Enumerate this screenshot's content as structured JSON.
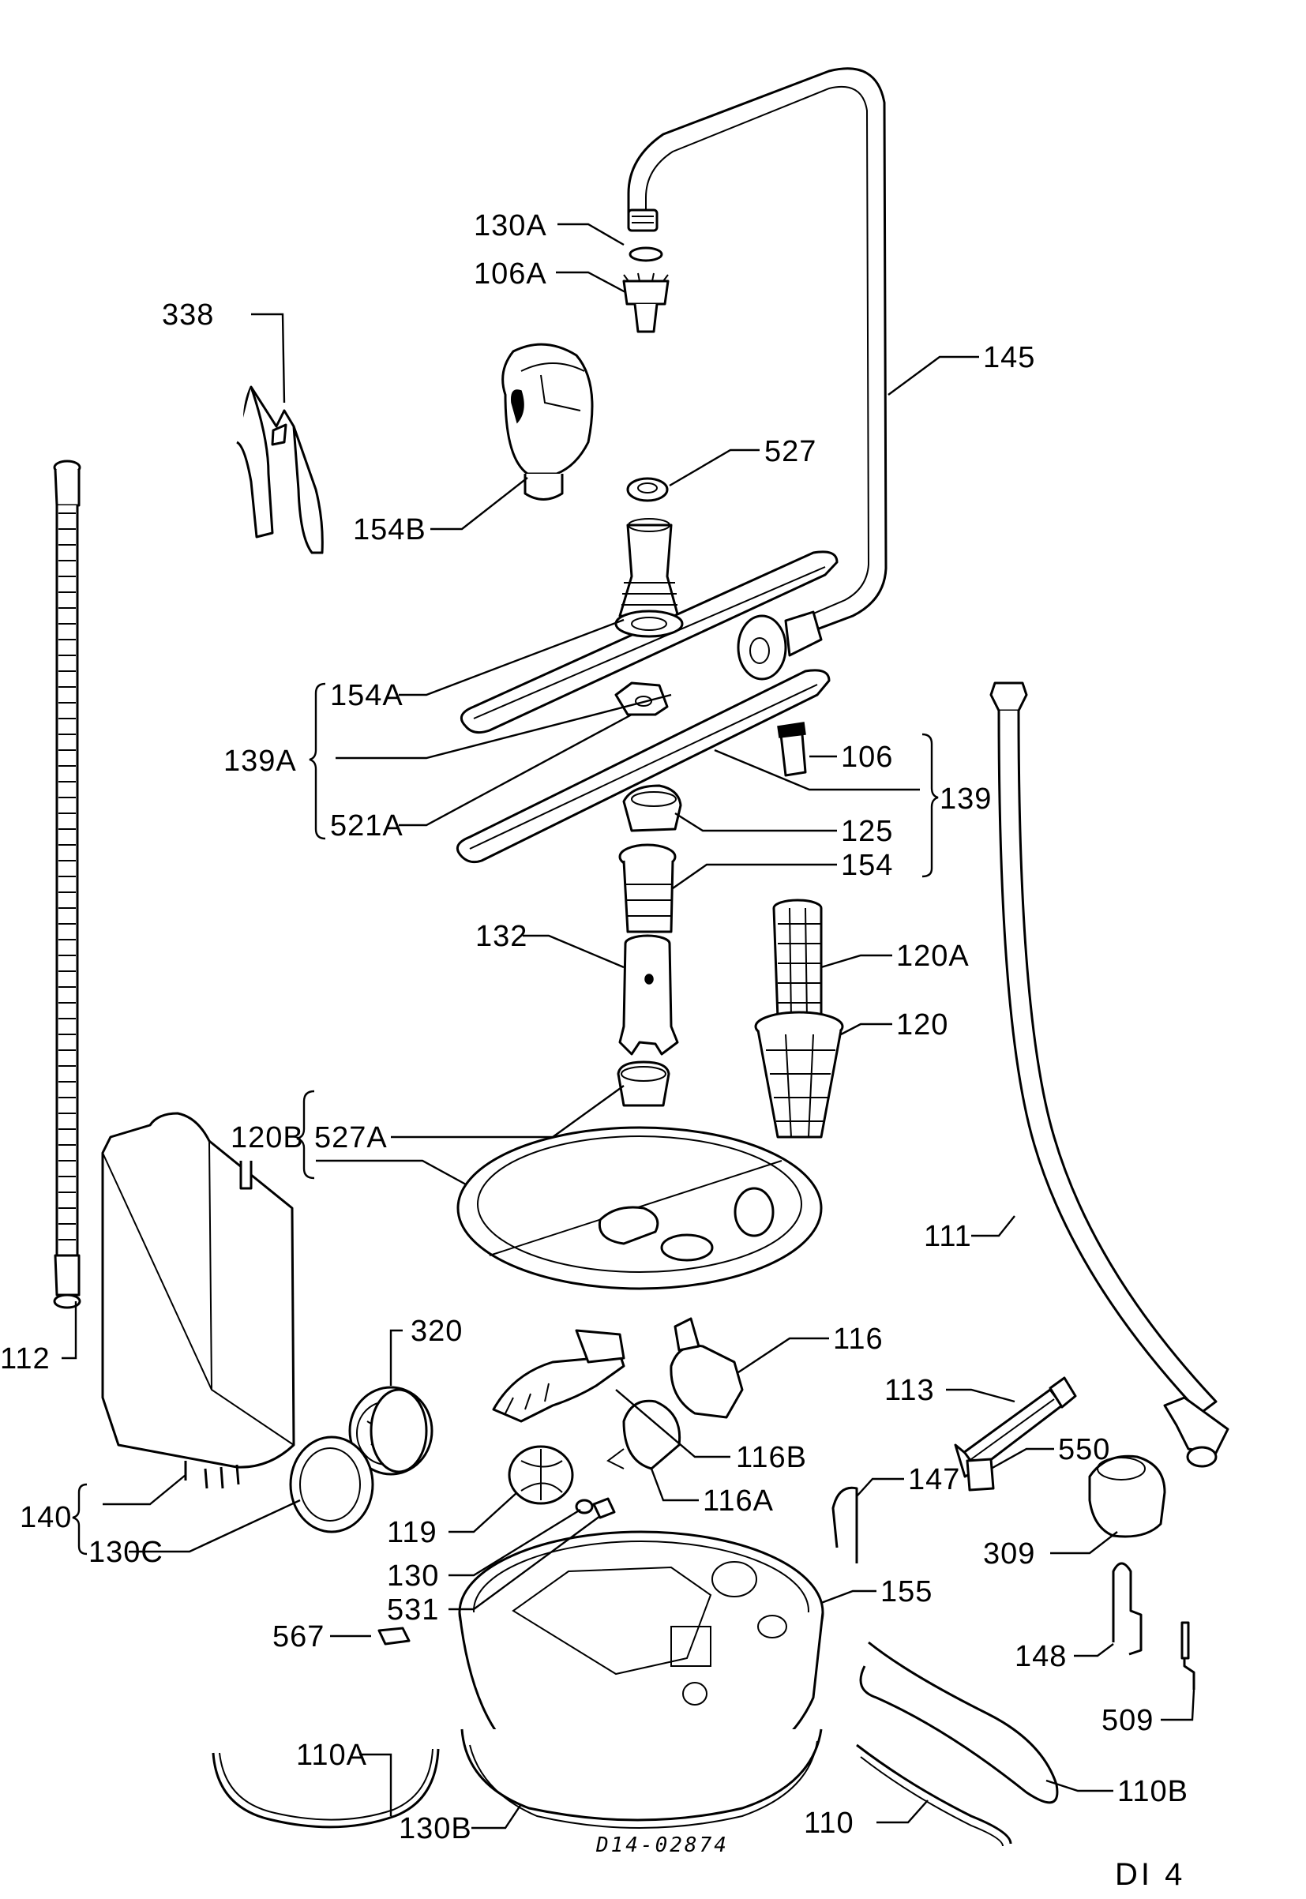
{
  "drawing_code": "D14-02874",
  "page_label": "DI 4",
  "labels": {
    "l130A": "130A",
    "l106A": "106A",
    "l338": "338",
    "l145": "145",
    "l527": "527",
    "l154B": "154B",
    "l154A": "154A",
    "l139A": "139A",
    "l521A": "521A",
    "l106": "106",
    "l139": "139",
    "l125": "125",
    "l154": "154",
    "l132": "132",
    "l120A": "120A",
    "l120": "120",
    "l120B": "120B",
    "l527A": "527A",
    "l111": "111",
    "l112": "112",
    "l320": "320",
    "l116": "116",
    "l113": "113",
    "l116B": "116B",
    "l550": "550",
    "l147": "147",
    "l116A": "116A",
    "l140": "140",
    "l130C": "130C",
    "l119": "119",
    "l309": "309",
    "l130": "130",
    "l531": "531",
    "l155": "155",
    "l567": "567",
    "l148": "148",
    "l509": "509",
    "l110A": "110A",
    "l110B": "110B",
    "l130B": "130B",
    "l110": "110"
  }
}
